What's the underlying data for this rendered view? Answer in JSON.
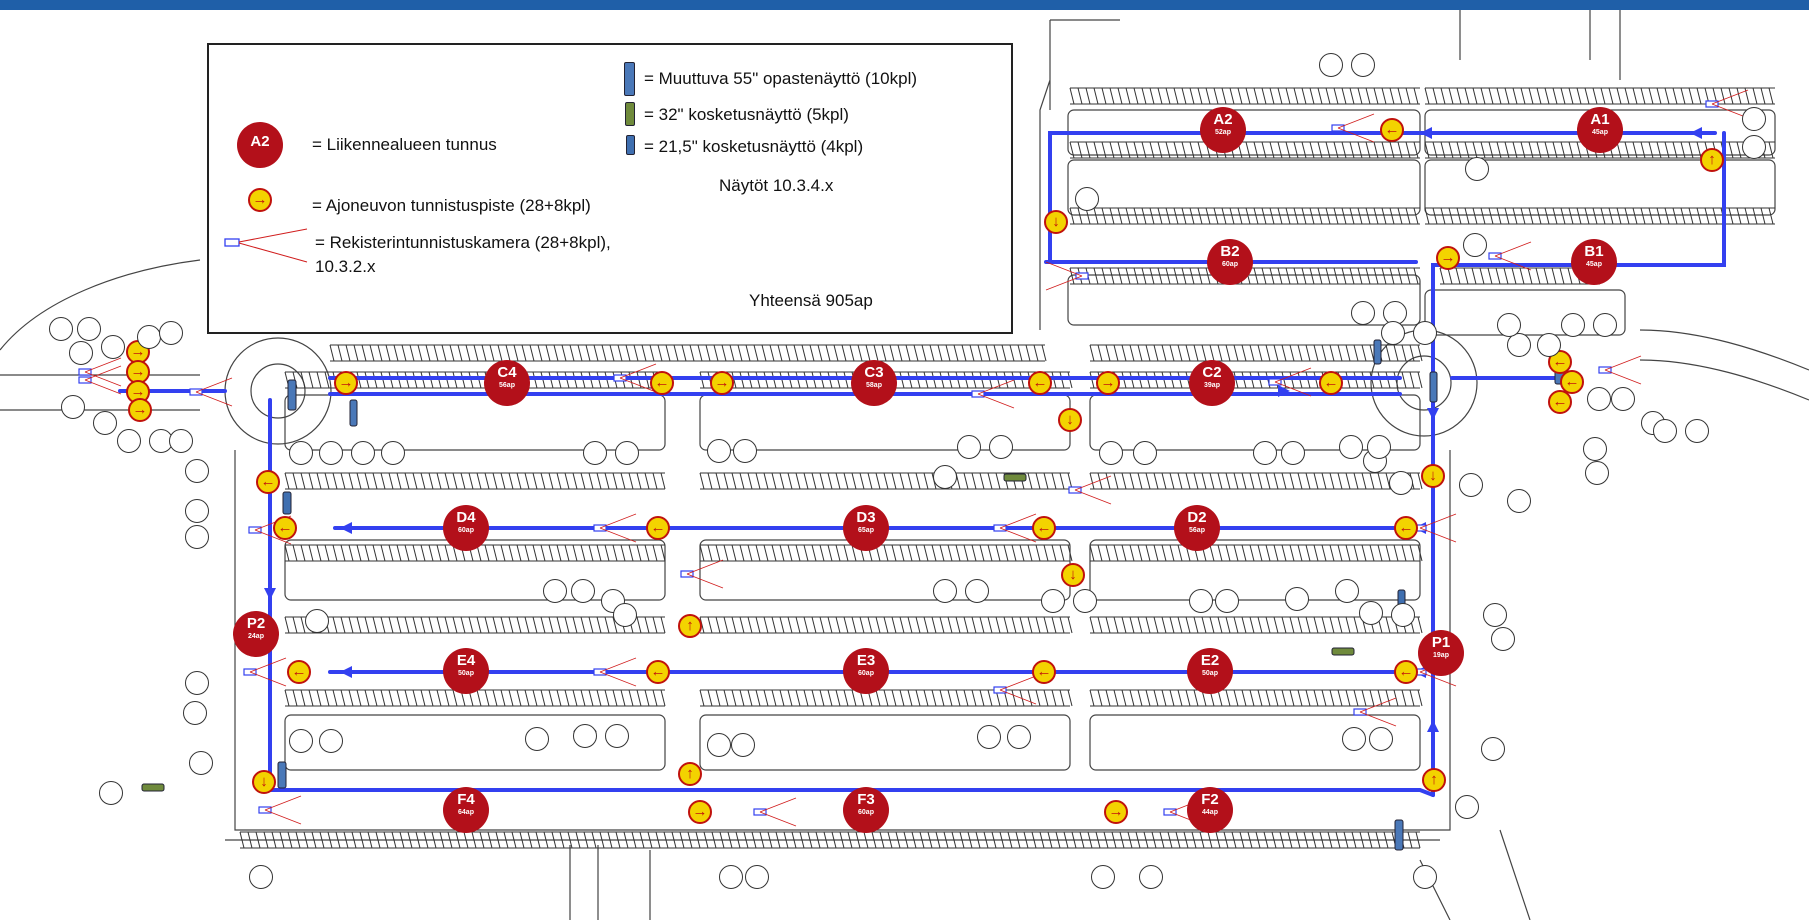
{
  "legend": {
    "zone_sample": "A2",
    "zone_desc": "= Liikennealueen tunnus",
    "detector_desc": "= Ajoneuvon tunnistuspiste (28+8kpl)",
    "camera_desc_1": "= Rekisterintunnistuskamera (28+8kpl),",
    "camera_desc_2": "10.3.2.x",
    "screen55_desc": "= Muuttuva 55\" opastenäyttö (10kpl)",
    "screen32_desc": "= 32\" kosketusnäyttö (5kpl)",
    "screen215_desc": "= 21,5\" kosketusnäyttö (4kpl)",
    "screens_ip": "Näytöt 10.3.4.x",
    "total": "Yhteensä 905ap"
  },
  "colors": {
    "zone": "#b3101a",
    "detector_fill": "#f3d300",
    "detector_ring": "#c0120c",
    "route": "#3340f0",
    "screen55": "#4a78b8",
    "screen32": "#6f8a3c",
    "screen215": "#3f6fb0",
    "header": "#1f5fa8"
  },
  "icons": {
    "zone": "red-circle-badge",
    "detector": "yellow-arrow-circle-icon",
    "camera": "camera-cone-icon",
    "screen55": "tall-blue-display-icon",
    "screen32": "green-display-icon",
    "screen215": "short-blue-display-icon"
  },
  "zones": [
    {
      "code": "A1",
      "cap": "45ap"
    },
    {
      "code": "A2",
      "cap": "52ap"
    },
    {
      "code": "B1",
      "cap": "45ap"
    },
    {
      "code": "B2",
      "cap": "60ap"
    },
    {
      "code": "C2",
      "cap": "39ap"
    },
    {
      "code": "C3",
      "cap": "58ap"
    },
    {
      "code": "C4",
      "cap": "56ap"
    },
    {
      "code": "D2",
      "cap": "56ap"
    },
    {
      "code": "D3",
      "cap": "65ap"
    },
    {
      "code": "D4",
      "cap": "60ap"
    },
    {
      "code": "E2",
      "cap": "50ap"
    },
    {
      "code": "E3",
      "cap": "60ap"
    },
    {
      "code": "E4",
      "cap": "50ap"
    },
    {
      "code": "F2",
      "cap": "44ap"
    },
    {
      "code": "F3",
      "cap": "60ap"
    },
    {
      "code": "F4",
      "cap": "64ap"
    },
    {
      "code": "P1",
      "cap": "19ap"
    },
    {
      "code": "P2",
      "cap": "24ap"
    }
  ]
}
